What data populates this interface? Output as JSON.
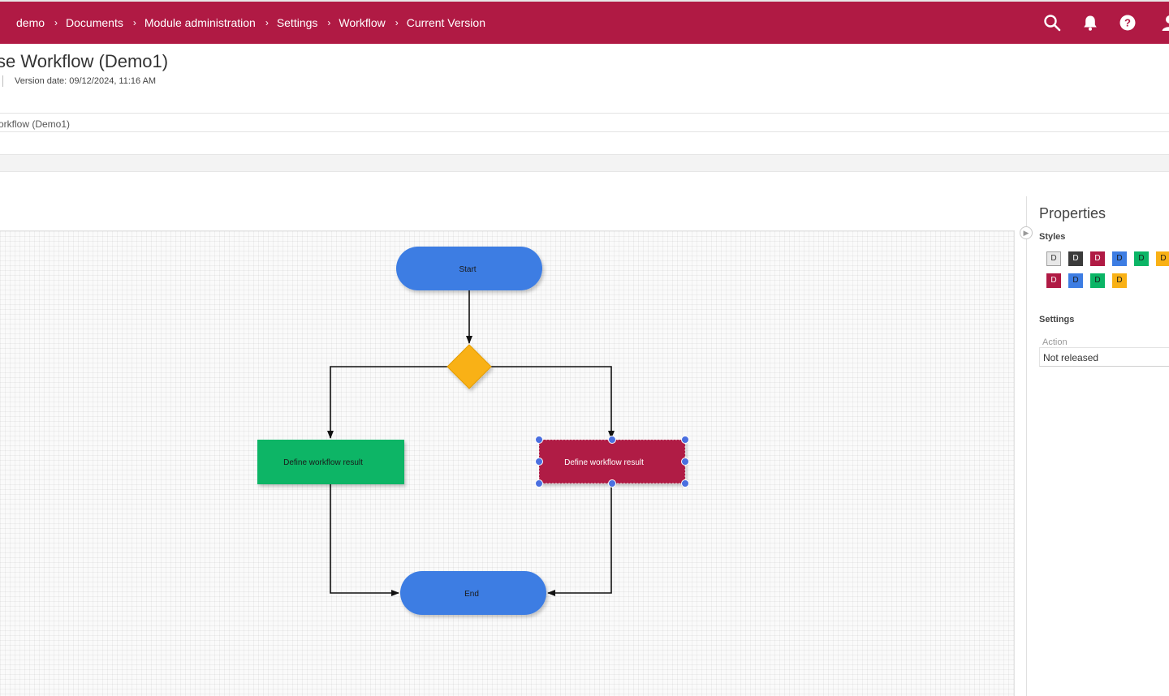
{
  "breadcrumb": [
    "demo",
    "Documents",
    "Module administration",
    "Settings",
    "Workflow",
    "Current Version"
  ],
  "breadcrumb_separator": "›",
  "header_icons": [
    "search-icon",
    "bell-icon",
    "help-icon",
    "user-icon"
  ],
  "page": {
    "title": "se Workflow (Demo1)",
    "version_date": "Version date: 09/12/2024, 11:16 AM",
    "sub_label": "orkflow (Demo1)"
  },
  "colors": {
    "topbar": "#b01a44",
    "blue": "#3d7de3",
    "green": "#0bb566",
    "red": "#b01a44",
    "orange": "#f9b115",
    "dark": "#3b3b3b"
  },
  "diagram": {
    "nodes": [
      {
        "id": "start",
        "type": "terminal",
        "label": "Start",
        "color": "#3d7de3"
      },
      {
        "id": "decision",
        "type": "decision",
        "label": "",
        "color": "#f9b115"
      },
      {
        "id": "left",
        "type": "process",
        "label": "Define workflow result",
        "color": "#0bb566"
      },
      {
        "id": "right",
        "type": "process",
        "label": "Define workflow result",
        "color": "#b01a44",
        "selected": true
      },
      {
        "id": "end",
        "type": "terminal",
        "label": "End",
        "color": "#3d7de3"
      }
    ],
    "edges": [
      {
        "from": "start",
        "to": "decision"
      },
      {
        "from": "decision",
        "to": "left"
      },
      {
        "from": "decision",
        "to": "right"
      },
      {
        "from": "left",
        "to": "end"
      },
      {
        "from": "right",
        "to": "end"
      }
    ]
  },
  "properties": {
    "title": "Properties",
    "styles_label": "Styles",
    "style_swatches": [
      {
        "label": "D",
        "bg": "#e8e8e8",
        "fg": "#333333",
        "border": "#9e9e9e"
      },
      {
        "label": "D",
        "bg": "#3b3b3b",
        "fg": "#ffffff",
        "border": "#3b3b3b"
      },
      {
        "label": "D",
        "bg": "#b01a44",
        "fg": "#ffffff",
        "border": "#b01a44"
      },
      {
        "label": "D",
        "bg": "#3d7de3",
        "fg": "#1a1a1a",
        "border": "#3d7de3"
      },
      {
        "label": "D",
        "bg": "#0bb566",
        "fg": "#1a1a1a",
        "border": "#0bb566"
      },
      {
        "label": "D",
        "bg": "#f9b115",
        "fg": "#1a1a1a",
        "border": "#f9b115"
      },
      {
        "label": "D",
        "bg": "#b01a44",
        "fg": "#ffffff",
        "border": "#b01a44"
      },
      {
        "label": "D",
        "bg": "#3d7de3",
        "fg": "#1a1a1a",
        "border": "#3d7de3"
      },
      {
        "label": "D",
        "bg": "#0bb566",
        "fg": "#1a1a1a",
        "border": "#0bb566"
      },
      {
        "label": "D",
        "bg": "#f9b115",
        "fg": "#1a1a1a",
        "border": "#f9b115"
      }
    ],
    "settings_label": "Settings",
    "action_label": "Action",
    "action_value": "Not released"
  }
}
